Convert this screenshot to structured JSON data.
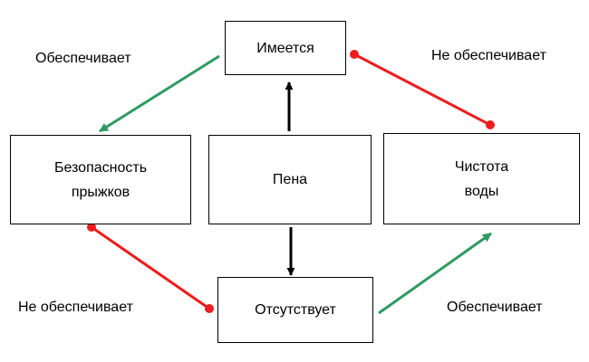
{
  "nodes": {
    "has": "Имеется",
    "safety": "Безопасность\nпрыжков",
    "foam": "Пена",
    "clean": "Чистота\nводы",
    "absent": "Отсутствует"
  },
  "labels": {
    "top_left": "Обеспечивает",
    "top_right": "Не обеспечивает",
    "bottom_left": "Не обеспечивает",
    "bottom_right": "Обеспечивает"
  },
  "colors": {
    "provides": "#2e9b63",
    "not_provides": "#ee1c1c",
    "causal": "#000000"
  }
}
